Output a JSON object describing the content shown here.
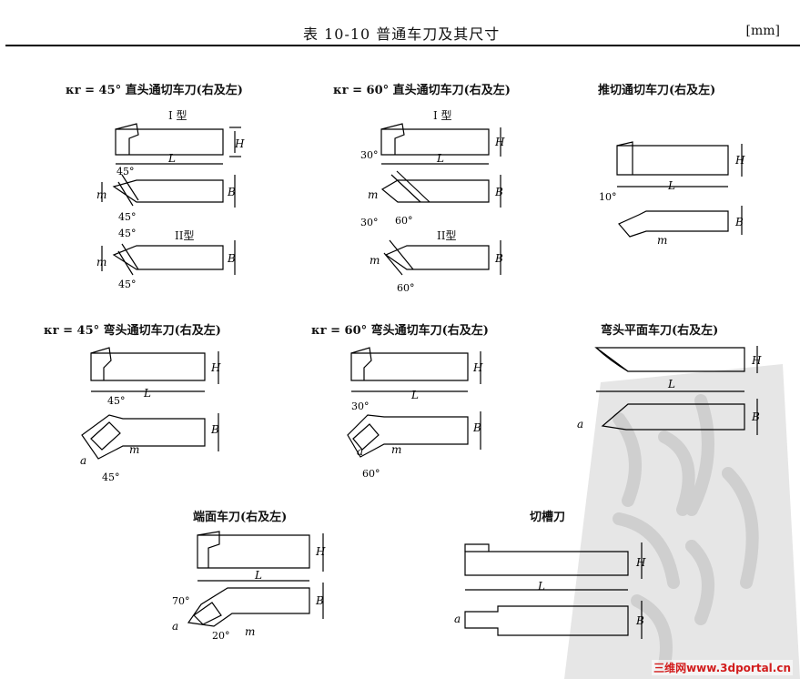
{
  "header": {
    "title": "表 10-10   普通车刀及其尺寸",
    "unit": "[mm]"
  },
  "captions": {
    "c45_straight": "κr = 45° 直头通切车刀(右及左)",
    "c60_straight": "κr = 60° 直头通切车刀(右及左)",
    "push_cut": "推切通切车刀(右及左)",
    "c45_bent": "κr = 45° 弯头通切车刀(右及左)",
    "c60_bent": "κr = 60° 弯头通切车刀(右及左)",
    "bent_facing": "弯头平面车刀(右及左)",
    "end_face": "端面车刀(右及左)",
    "grooving": "切槽刀"
  },
  "type_labels": {
    "type1": "I 型",
    "type2": "II型"
  },
  "dims": {
    "H": "H",
    "B": "B",
    "L": "L",
    "m": "m",
    "a": "a"
  },
  "angles": {
    "a45": "45°",
    "a60": "60°",
    "a30": "30°",
    "a10": "10°",
    "a70": "70°",
    "a20": "20°"
  },
  "footer": "三维网www.3dportal.cn"
}
